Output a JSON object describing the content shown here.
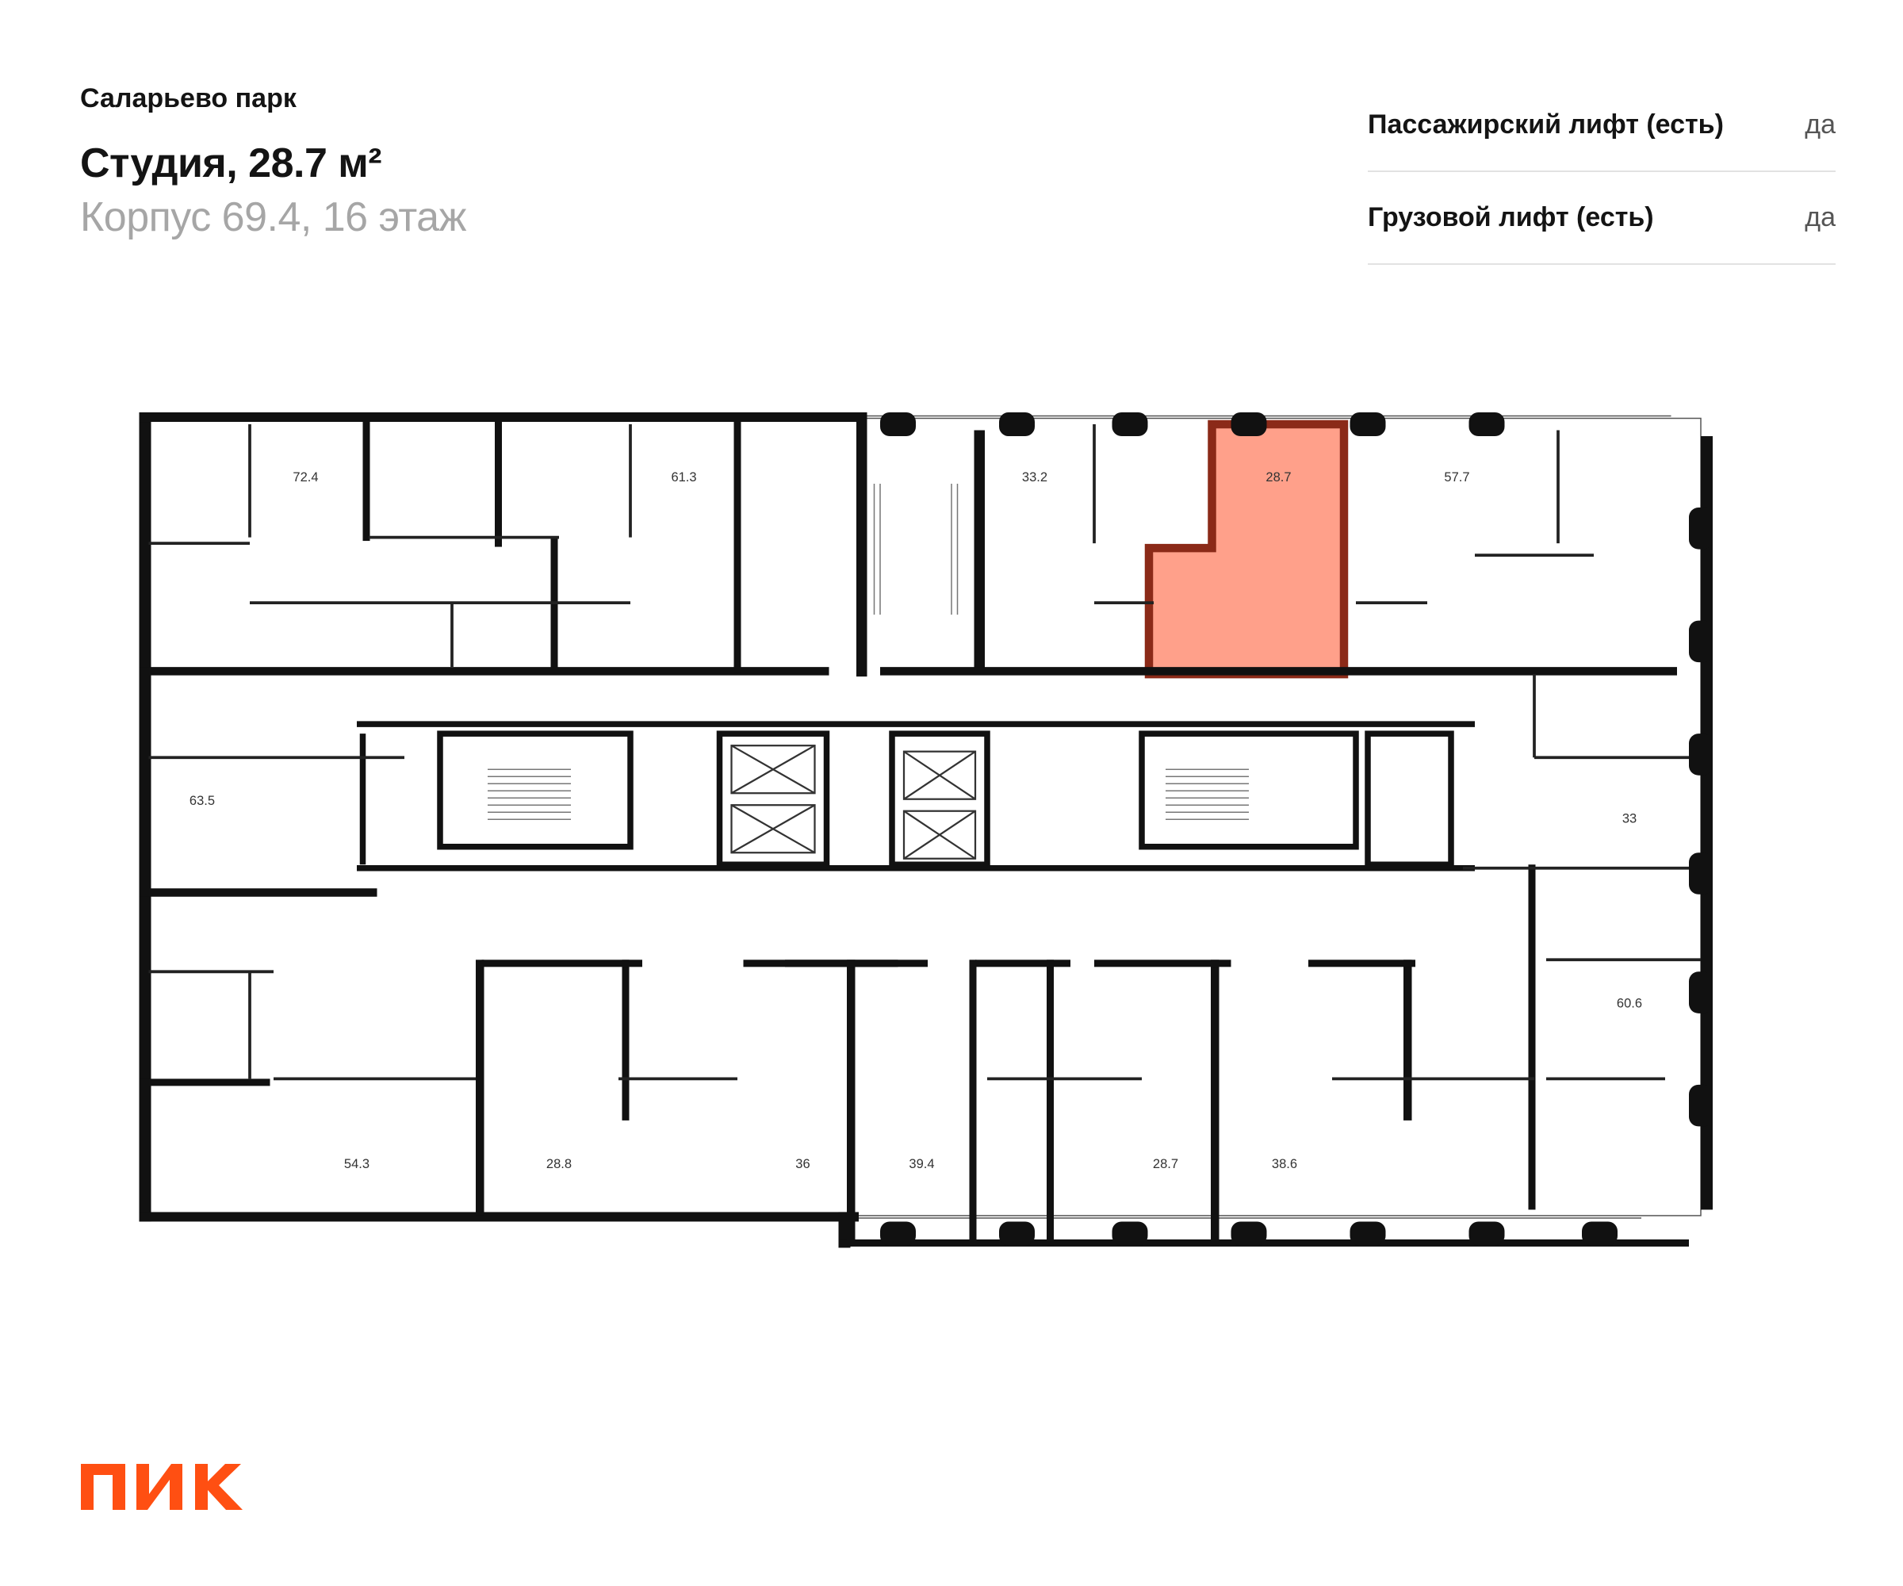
{
  "header": {
    "project": "Саларьево парк",
    "title": "Студия, 28.7 м²",
    "subtitle": "Корпус 69.4, 16 этаж"
  },
  "features": [
    {
      "name": "Пассажирский лифт (есть)",
      "value": "да"
    },
    {
      "name": "Грузовой лифт (есть)",
      "value": "да"
    }
  ],
  "plan": {
    "highlight_color": "#ffa08a",
    "highlight_border": "#8b2a18",
    "apartment_areas": [
      "72.4",
      "61.3",
      "33.2",
      "28.7",
      "57.7",
      "63.5",
      "33",
      "60.6",
      "54.3",
      "28.8",
      "36",
      "39.4",
      "28.7",
      "38.6"
    ]
  },
  "logo": {
    "text": "ПИК",
    "color": "#ff4f12"
  }
}
